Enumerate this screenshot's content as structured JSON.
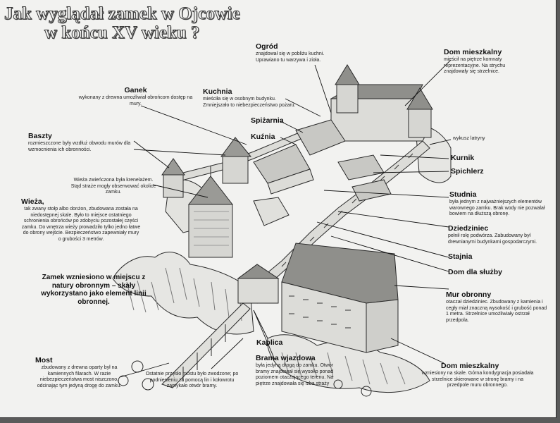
{
  "title": {
    "line1": "Jak wyglądał zamek w Ojcowie",
    "line2": "w końcu XV wieku ?"
  },
  "labels": {
    "ogrod": {
      "heading": "Ogród",
      "text": "znajdował się w pobliżu kuchni. Uprawiano tu warzywa i zioła."
    },
    "dom_mieszkalny_top": {
      "heading": "Dom mieszkalny",
      "text": "mieścił na piętrze komnaty reprezentacyjne. Na strychu znajdowały się strzelnice."
    },
    "ganek": {
      "heading": "Ganek",
      "text": "wykonany z drewna umożliwiał obrońcom dostęp na mury."
    },
    "kuchnia": {
      "heading": "Kuchnia",
      "text": "mieściła się w osobnym budynku. Zmniejszało to niebezpieczeństwo pożaru."
    },
    "spizarnia": {
      "heading": "Spiżarnia"
    },
    "kuznia": {
      "heading": "Kuźnia"
    },
    "baszty": {
      "heading": "Baszty",
      "text": "rozmieszczone były wzdłuż obwodu murów dla wzmocnienia ich obronności."
    },
    "wykusz": {
      "text": "wykusz latryny"
    },
    "kurnik": {
      "heading": "Kurnik"
    },
    "spichlerz": {
      "heading": "Spichlerz"
    },
    "wieza_krenelaz": {
      "text": "Wieża zwieńczona była krenelażem. Stąd straże mogły obserwować okolice zamku."
    },
    "wieza": {
      "heading": "Wieża,",
      "text": "tak zwany stołp albo donżon, zbudowana została na niedostępnej skale. Było to miejsce ostatniego schronienia obrońców po zdobyciu pozostałej części zamku. Do wnętrza wieży prowadziło tylko jedno łatwe do obrony wejście. Bezpieczeństwo zapewniały mury o grubości 3 metrów."
    },
    "studnia": {
      "heading": "Studnia",
      "text": "była jednym z najważniejszych elementów warownego zamku. Brak wody nie pozwalał bowiem na dłuższą obronę."
    },
    "dziedziniec": {
      "heading": "Dziedziniec",
      "text": "pełnił rolę podwórza. Zabudowany był drewnianymi budynkami gospodarczymi."
    },
    "stajnia": {
      "heading": "Stajnia"
    },
    "dom_sluzby": {
      "heading": "Dom dla służby"
    },
    "zamek_skala": {
      "text": "Zamek wzniesiono w miejscu z natury obronnym – skały wykorzystano jako element linii obronnej."
    },
    "mur": {
      "heading": "Mur obronny",
      "text": "otaczał dziedziniec. Zbudowany z kamienia i cegły miał znaczną wysokość i grubość ponad 1 metra. Strzelnice umożliwiały ostrzał przedpola."
    },
    "kaplica": {
      "heading": "Kaplica"
    },
    "brama": {
      "heading": "Brama wjazdowa",
      "text": "była jedyną drogą do zamku. Otwór bramy znajdował się wysoko ponad poziomem otaczającego terenu. Na piętrze znajdowała się izba straży"
    },
    "most": {
      "heading": "Most",
      "text": "zbudowany z drewna oparty był na kamiennych filarach. W razie niebezpieczeństwa most niszczono, odcinając tym jedyną drogę do zamku."
    },
    "most_zwodzony": {
      "text": "Ostatnie przęsło mostu było zwodzone; po podniesieniu za pomocą lin i kołowrotu zamykało otwór bramy."
    },
    "dom_mieszkalny_bottom": {
      "heading": "Dom mieszkalny",
      "text": "wzniesiony na skale. Górna kondygnacja posiadała strzelnice skierowane w stronę bramy i na przedpole muru obronnego."
    }
  }
}
